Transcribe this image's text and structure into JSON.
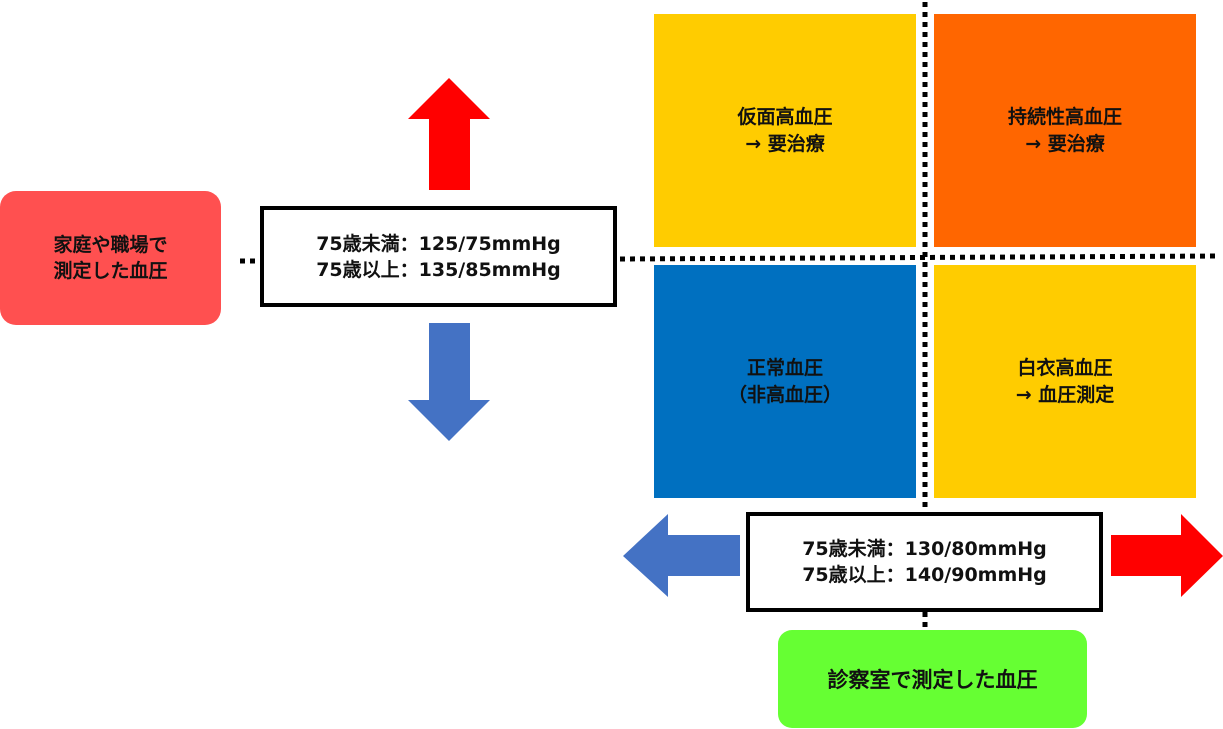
{
  "colors": {
    "masked": "#FFCC00",
    "sustained": "#FF6600",
    "normal": "#0070C0",
    "whitecoat": "#FFCC00",
    "home_label": "#FF5050",
    "office_label": "#66FF33",
    "arrow_up": "#FF0000",
    "arrow_down": "#4472C4"
  },
  "home_label": {
    "line1": "家庭や職場で",
    "line2": "測定した血圧"
  },
  "home_threshold": {
    "line1": "75歳未満：125/75mmHg",
    "line2": "75歳以上：135/85mmHg"
  },
  "office_threshold": {
    "line1": "75歳未満：130/80mmHg",
    "line2": "75歳以上：140/90mmHg"
  },
  "office_label": {
    "text": "診察室で測定した血圧"
  },
  "quadrants": {
    "masked": {
      "line1": "仮面高血圧",
      "line2": "→ 要治療"
    },
    "sustained": {
      "line1": "持続性高血圧",
      "line2": "→ 要治療"
    },
    "normal": {
      "line1": "正常血圧",
      "line2": "（非高血圧）"
    },
    "whitecoat": {
      "line1": "白衣高血圧",
      "line2": "→ 血圧測定"
    }
  }
}
